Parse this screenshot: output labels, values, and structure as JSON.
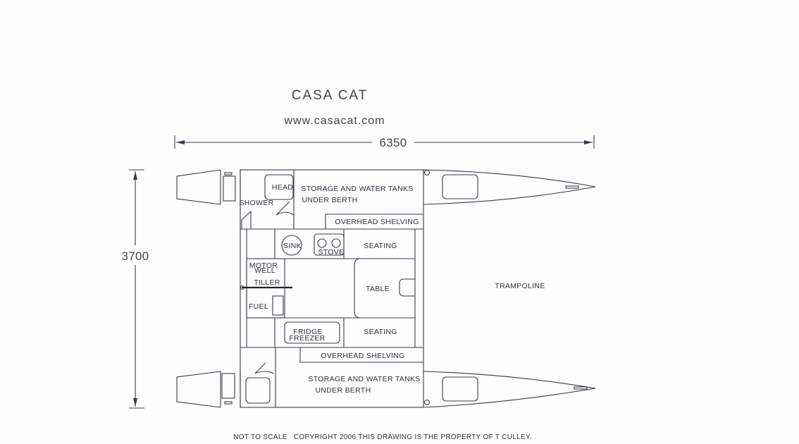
{
  "title": "CASA CAT",
  "website": "www.casacat.com",
  "dimensions": {
    "length": "6350",
    "beam": "3700"
  },
  "labels": {
    "head": "HEAD",
    "shower": "SHOWER",
    "storage_top_1": "STORAGE AND WATER TANKS",
    "storage_top_2": "UNDER BERTH",
    "storage_bottom_1": "STORAGE AND WATER TANKS",
    "storage_bottom_2": "UNDER BERTH",
    "overhead_top": "OVERHEAD SHELVING",
    "overhead_bottom": "OVERHEAD SHELVING",
    "sink": "SINK",
    "stove": "STOVE",
    "seating_top": "SEATING",
    "seating_bottom": "SEATING",
    "motor_1": "MOTOR",
    "motor_2": "WELL",
    "tiller": "TILLER",
    "fuel": "FUEL",
    "table": "TABLE",
    "fridge_1": "FRIDGE",
    "fridge_2": "FREEZER",
    "trampoline": "TRAMPOLINE"
  },
  "footer": "NOT TO SCALE   COPYRIGHT 2006 THIS DRAWING IS THE PROPERTY OF T CULLEY."
}
